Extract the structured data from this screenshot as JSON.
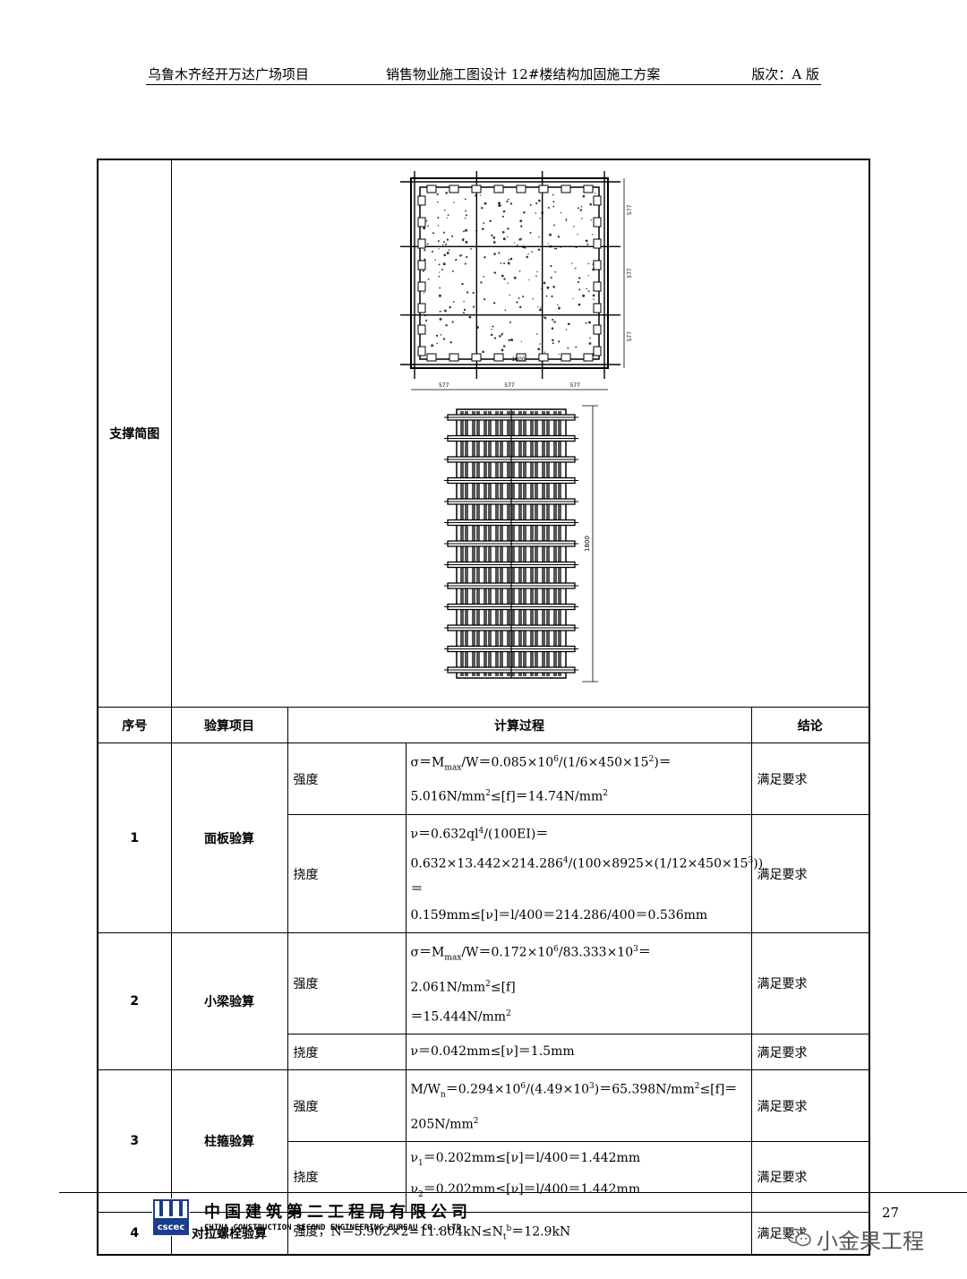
{
  "header": {
    "left": "乌鲁木齐经开万达广场项目",
    "middle": "销售物业施工图设计 12#楼结构加固施工方案",
    "right": "版次：A 版"
  },
  "table": {
    "diagram_label": "支撑简图",
    "columns": [
      "序号",
      "验算项目",
      "计算过程",
      "结论"
    ],
    "groups": [
      {
        "no": "1",
        "item": "面板验算"
      },
      {
        "no": "2",
        "item": "小梁验算"
      },
      {
        "no": "3",
        "item": "柱箍验算"
      },
      {
        "no": "4",
        "item": "对拉螺栓验算"
      }
    ],
    "sub_labels": {
      "strength": "强度",
      "deflection": "挠度"
    },
    "row1_strength": {
      "l1": "σ＝M",
      "l1_sub": "max",
      "l1b": "/W＝0.085×10",
      "l1_sup": "6",
      "l1c": "/(1/6×450×15",
      "l1_sup2": "2",
      "l1d": ")＝",
      "l2": "5.016N/mm",
      "l2_sup": "2",
      "l2b": "≤[f]＝14.74N/mm",
      "l2_sup2": "2"
    },
    "row1_deflection": {
      "l1": "ν＝0.632ql",
      "l1_sup": "4",
      "l1b": "/(100EI)＝",
      "l2": "0.632×13.442×214.286",
      "l2_sup": "4",
      "l2b": "/(100×8925×(1/12×450×15",
      "l2_sup2": "3",
      "l2c": "))＝",
      "l3": "0.159mm≤[ν]＝l/400＝214.286/400＝0.536mm"
    },
    "row2_strength": {
      "l1": "σ＝M",
      "l1_sub": "max",
      "l1b": "/W＝0.172×10",
      "l1_sup": "6",
      "l1c": "/83.333×10",
      "l1_sup2": "3",
      "l1d": "＝2.061N/mm",
      "l1_sup3": "2",
      "l1e": "≤[f]",
      "l2": "＝15.444N/mm",
      "l2_sup": "2"
    },
    "row2_deflection": "ν＝0.042mm≤[ν]＝1.5mm",
    "row3_strength": {
      "l1": "M/W",
      "l1_sub": "n",
      "l1b": "＝0.294×10",
      "l1_sup": "6",
      "l1c": "/(4.49×10",
      "l1_sup2": "3",
      "l1d": ")＝65.398N/mm",
      "l1_sup3": "2",
      "l1e": "≤[f]＝",
      "l2": "205N/mm",
      "l2_sup": "2"
    },
    "row3_deflection": {
      "l1": "ν",
      "l1_sub": "1",
      "l1b": "＝0.202mm≤[ν]＝l/400＝1.442mm",
      "l2": "ν",
      "l2_sub": "2",
      "l2b": "＝0.202mm≤[ν]＝l/400＝1.442mm"
    },
    "row4": {
      "a": "强度，N＝5.902×2=11.804kN≤N",
      "sub": "t",
      "sup": "b",
      "b": "＝12.9kN"
    },
    "conclusion": "满足要求"
  },
  "diagram": {
    "plan_dims": [
      "577",
      "577",
      "577"
    ],
    "plan_center_label": "1800",
    "side_label": "1800"
  },
  "footer": {
    "company_cn": "中国建筑第二工程局有限公司",
    "company_en": "CHINA CONSTRUCTION SECOND ENGINEERING BUREAU CO., LTD",
    "page_number": "27",
    "logo_text": "cscec",
    "watermark": "小金果工程"
  }
}
